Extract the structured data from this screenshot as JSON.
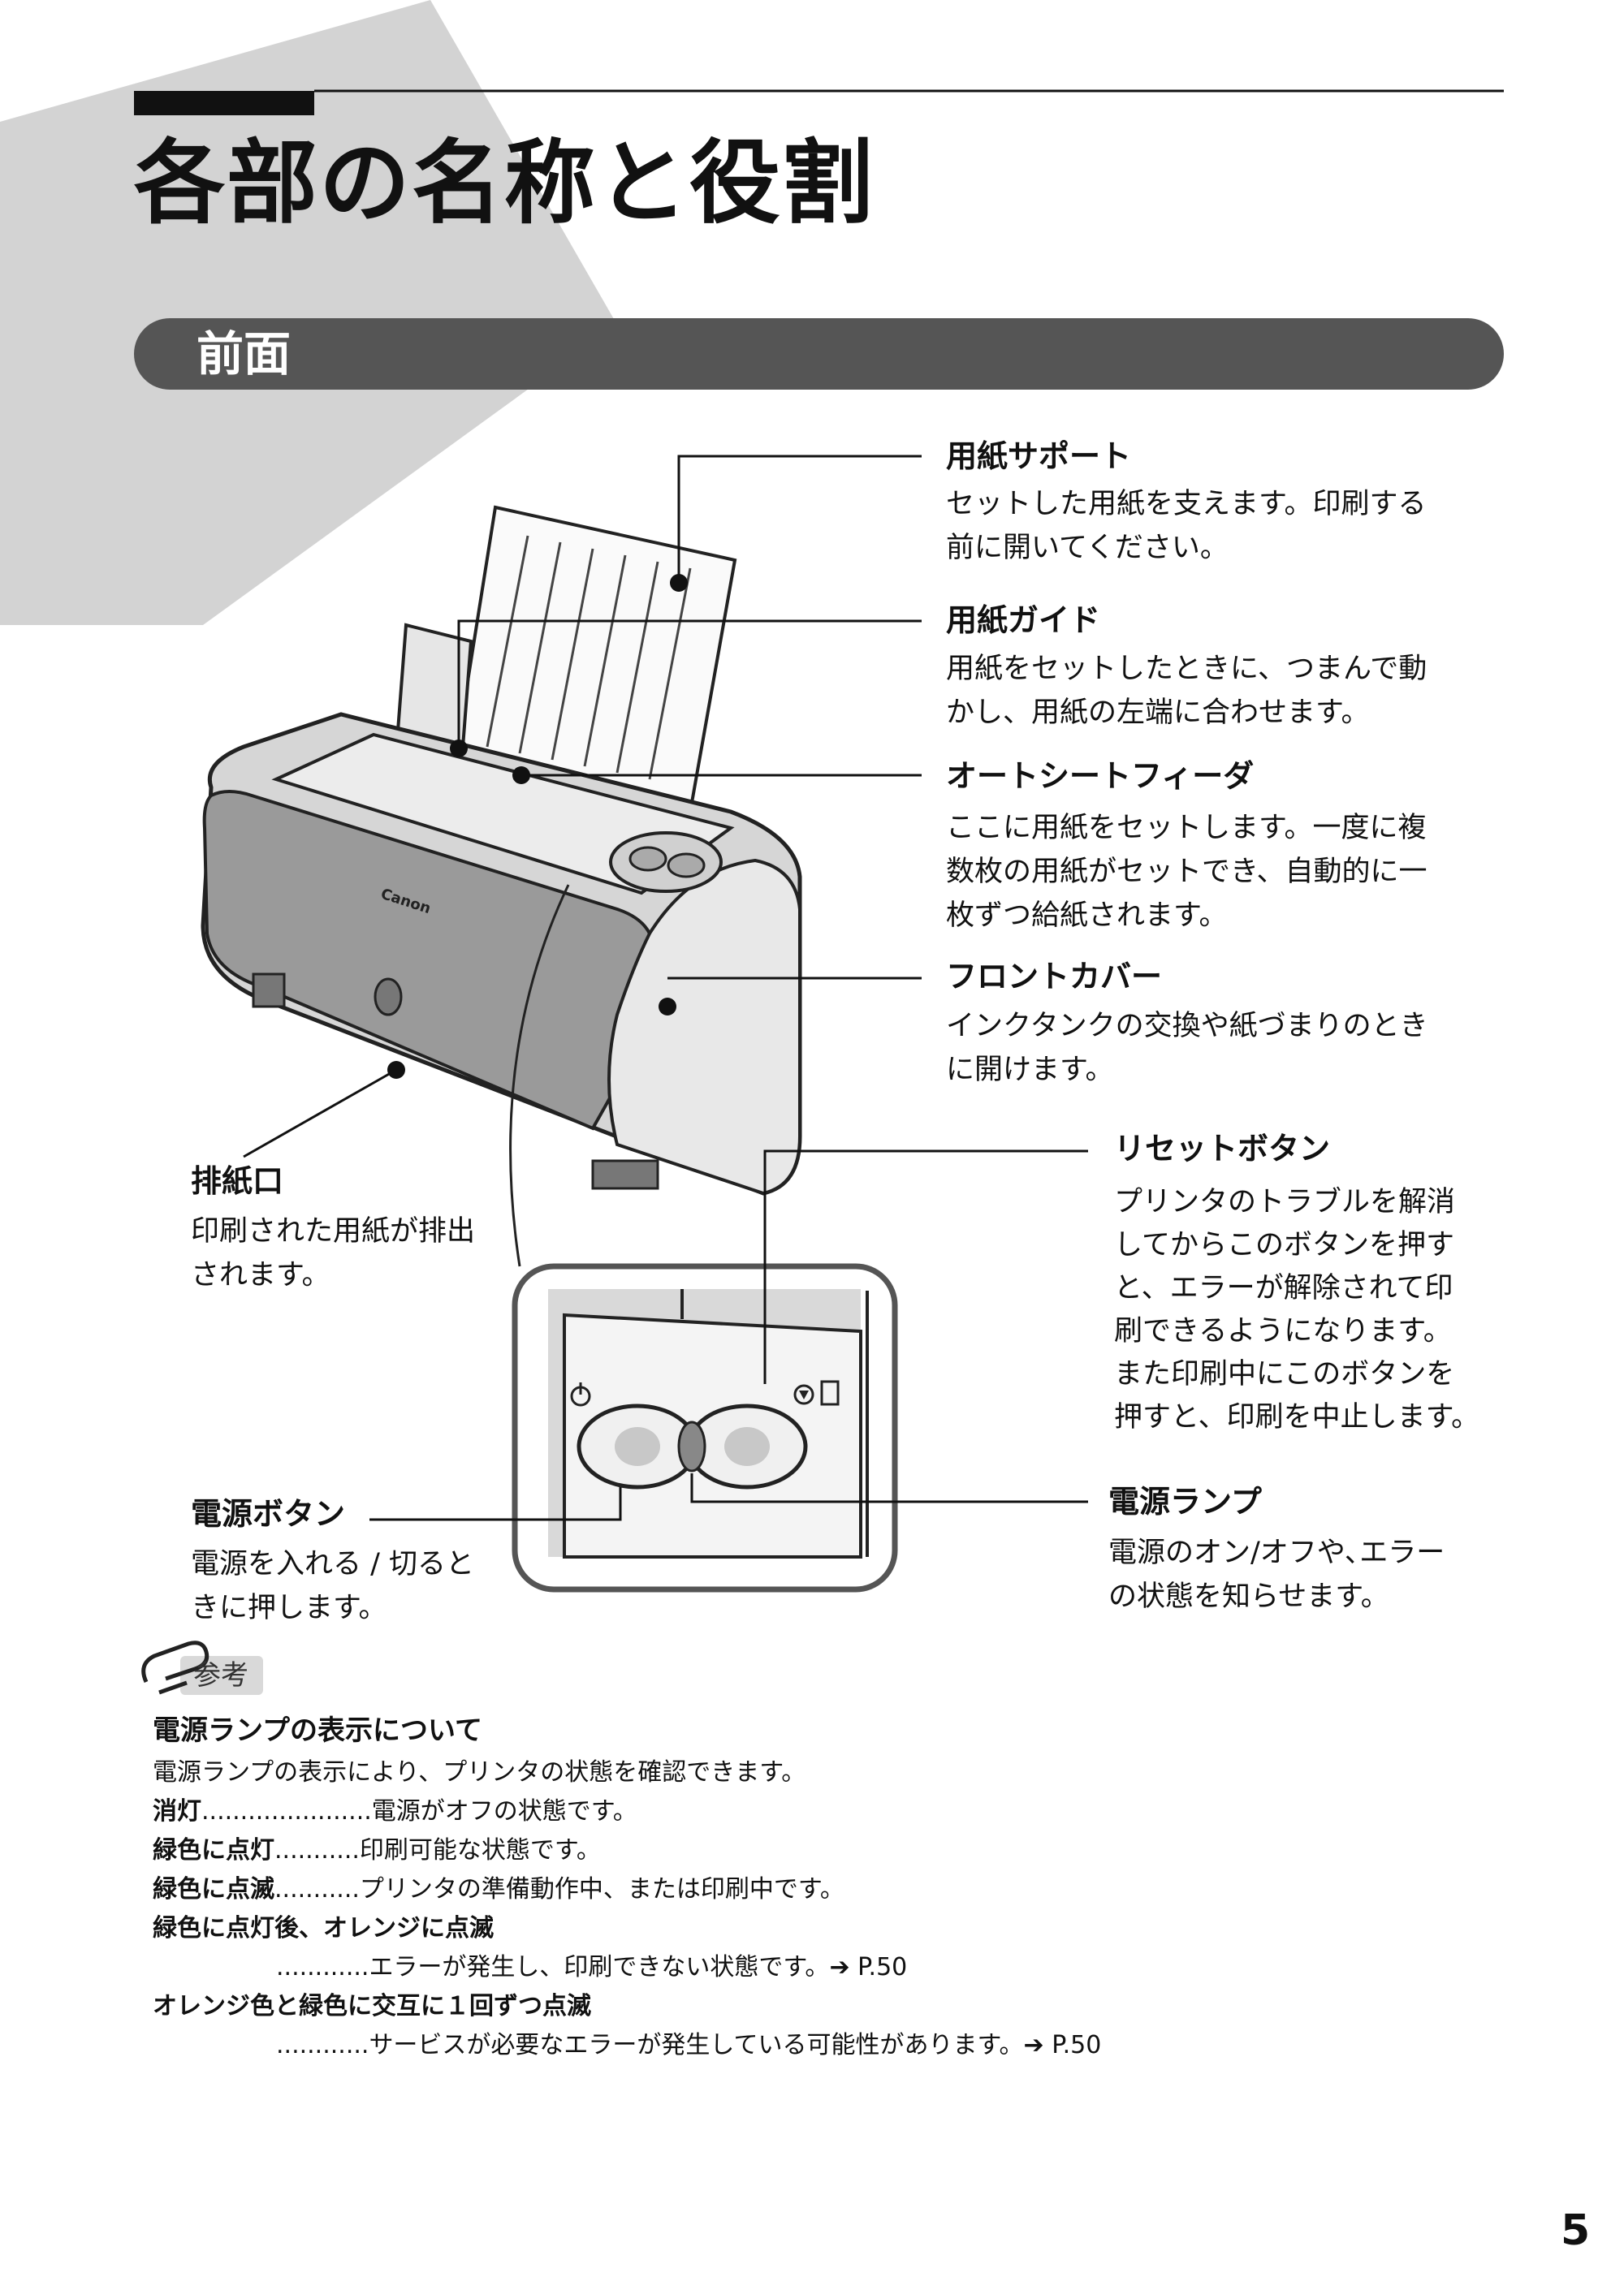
{
  "page": {
    "title": "各部の名称と役割",
    "section": "前面",
    "page_number": "5"
  },
  "brand_on_printer": "Canon",
  "parts": {
    "paper_support": {
      "label": "用紙サポート",
      "desc": [
        "セットした用紙を支えます。印刷する",
        "前に開いてください。"
      ]
    },
    "paper_guide": {
      "label": "用紙ガイド",
      "desc": [
        "用紙をセットしたときに、つまんで動",
        "かし、用紙の左端に合わせます。"
      ]
    },
    "auto_sheet_feeder": {
      "label": "オートシートフィーダ",
      "desc": [
        "ここに用紙をセットします。一度に複",
        "数枚の用紙がセットでき、自動的に一",
        "枚ずつ給紙されます。"
      ]
    },
    "front_cover": {
      "label": "フロントカバー",
      "desc": [
        "インクタンクの交換や紙づまりのとき",
        "に開けます。"
      ]
    },
    "reset_button": {
      "label": "リセットボタン",
      "desc": [
        "プリンタのトラブルを解消",
        "してからこのボタンを押す",
        "と、エラーが解除されて印",
        "刷できるようになります。",
        "また印刷中にこのボタンを",
        "押すと、印刷を中止します。"
      ]
    },
    "paper_output": {
      "label": "排紙口",
      "desc": [
        "印刷された用紙が排出",
        "されます。"
      ]
    },
    "power_button": {
      "label": "電源ボタン",
      "desc": [
        "電源を入れる / 切ると",
        "きに押します。"
      ]
    },
    "power_lamp": {
      "label": "電源ランプ",
      "desc": [
        "電源のオン/オフや､エラー",
        "の状態を知らせます。"
      ]
    }
  },
  "note": {
    "badge": "参考",
    "heading": "電源ランプの表示について",
    "intro": "電源ランプの表示により、プリンタの状態を確認できます。",
    "rows": [
      {
        "term": "消灯",
        "dots": "......................",
        "desc": "電源がオフの状態です。"
      },
      {
        "term": "緑色に点灯",
        "dots": "...........",
        "desc": "印刷可能な状態です。"
      },
      {
        "term": "緑色に点滅",
        "dots": "...........",
        "desc": "プリンタの準備動作中、または印刷中です。"
      },
      {
        "term": "緑色に点灯後、オレンジに点滅",
        "dots": "............",
        "desc": "エラーが発生し、印刷できない状態です。",
        "ref": "➔ P.50"
      },
      {
        "term": "オレンジ色と緑色に交互に１回ずつ点滅",
        "dots": "............",
        "desc": "サービスが必要なエラーが発生している可能性があります。",
        "ref": "➔ P.50"
      }
    ]
  }
}
